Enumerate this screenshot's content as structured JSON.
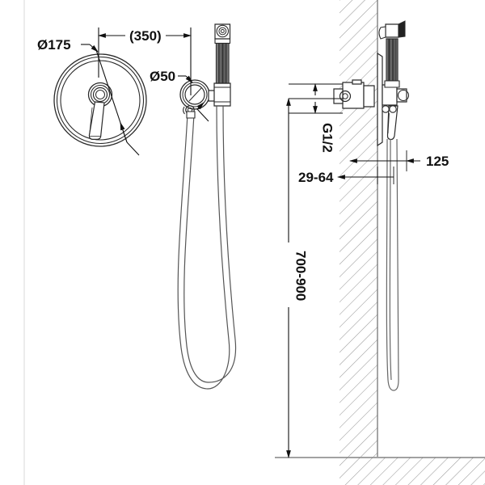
{
  "drawing": {
    "type": "technical-dimension-drawing",
    "subject": "Concealed shower / bidet spray mixer with hose",
    "background_color": "#ffffff",
    "line_color": "#1a1a1a",
    "hatch_color": "#8f8f8f",
    "dimension_color": "#111111"
  },
  "dimensions": {
    "diameter_faceplate": "Ø175",
    "diameter_valve": "Ø50",
    "projection": "(350)",
    "thread": "G1/2",
    "wall_offset": "125",
    "recess_depth": "29-64",
    "mounting_height": "700-900"
  },
  "views": {
    "front_label": "front-elevation",
    "side_label": "side-section"
  }
}
